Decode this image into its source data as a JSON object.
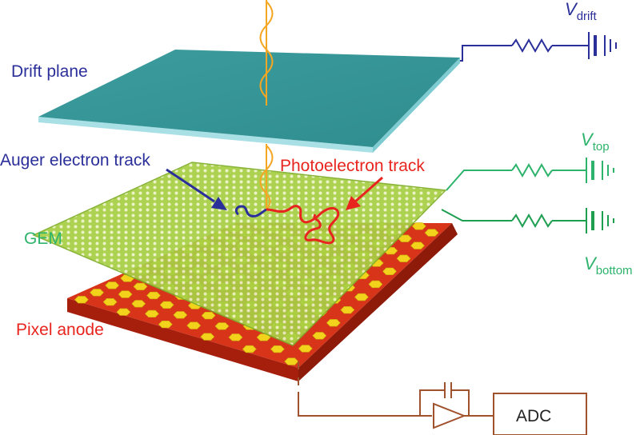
{
  "labels": {
    "drift_plane": "Drift plane",
    "auger_track": "Auger electron track",
    "photoelectron_track": "Photoelectron track",
    "gem": "GEM",
    "pixel_anode": "Pixel anode",
    "adc": "ADC"
  },
  "voltages": {
    "drift": {
      "symbol": "V",
      "subscript": "drift"
    },
    "top": {
      "symbol": "V",
      "subscript": "top"
    },
    "bottom": {
      "symbol": "V",
      "subscript": "bottom"
    }
  },
  "colors": {
    "drift_plane": "#3a9a9a",
    "drift_plane_edge": "#a9e0e6",
    "gem": "#9ec93a",
    "anode": "#c62a10",
    "pads": "#f2d21a",
    "photon": "#f5a623",
    "auger": "#2b2f9a",
    "photoelectron": "#e8241e",
    "drift_circuit": "#2b2f9a",
    "gem_circuit": "#2db36b",
    "readout_circuit": "#a0522d"
  }
}
